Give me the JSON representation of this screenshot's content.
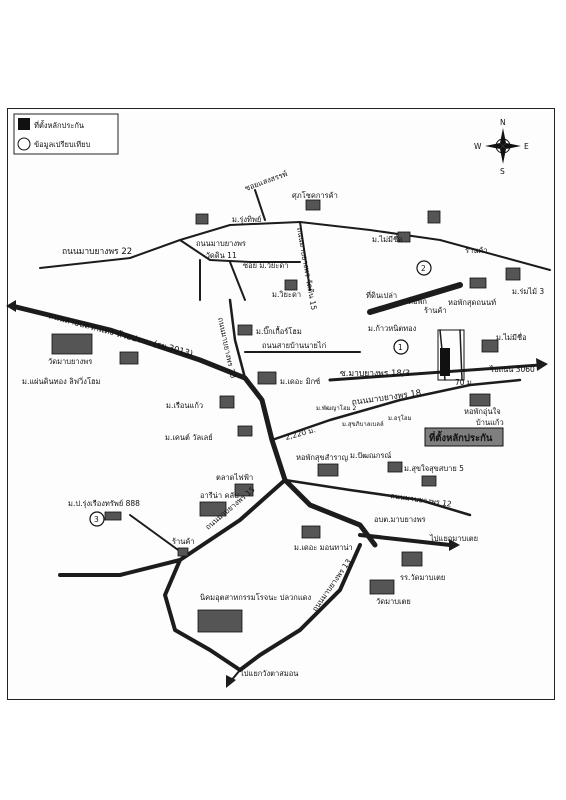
{
  "legend": {
    "collateral_label": "ที่ตั้งหลักประกัน",
    "comparable_label": "ข้อมูลเปรียบเทียบ"
  },
  "compass": {
    "n": "N",
    "s": "S",
    "e": "E",
    "w": "W"
  },
  "roads": {
    "soi_saeng_san": "ซอยแสงสรรพ์",
    "mabyang_22": "ถนนมาบยางพร 22",
    "mabyang_main": "ถนนมาบยางพร",
    "wat_din_11": "-วัดดิน 11",
    "soi_wiyada": "ซอย ม.วิยะดา",
    "mabyang_wat_din_15": "ถนนมาบยางพร-วัดดิน 15",
    "rayong_highway": "ถนนสายปลวกแดง-ห้วยปราบ (รย.3013)",
    "mabyang_20": "ถนนมาบยางพร 20",
    "ban_nai_kai": "ถนนสายบ้านนายไก่",
    "soi_18_3": "ซ.มาบยางพร 18/3",
    "mabyang_18": "ถนนมาบยางพร 18",
    "mabyang_12": "ถนนมาบยางพร 12",
    "mabyang_15": "ถนนมาบยางพร 15",
    "mabyang_13": "ถนนมาบยางพร 13",
    "to_bypass_3060": "ไปถนน 3060",
    "to_mabtoei": "ไปแยกมาบเตย",
    "to_wang_tasamon": "ไปแยกวังตาสมอน"
  },
  "distances": {
    "d70": "70 ม.",
    "d2220": "2,220 ม."
  },
  "places": {
    "supachoke": "ศุภโชคการค้า",
    "rungthip": "ม.รุ่งทิพย์",
    "mai_mee_chue_top": "ม.ไม่มีชื่อ",
    "shop_top": "ร้านค้า",
    "khun_dee": "ที่ดินเปล่า",
    "dorm_1": "หอพัก",
    "shop_mid": "ร้านค้า",
    "dorm_sudtanon": "หอพักสุดถนนท์",
    "rom_mai_3": "ม.ร่มไม้ 3",
    "wiyada": "ม.วิยะดา",
    "big_glory": "ม.บิ๊กเกื้อร์โฮม",
    "kao_nitthong": "ม.ก้าวหนิตทอง",
    "mai_mee_chue_mid": "ม.ไม่มีชื่อ",
    "wat_mabyang": "วัดมาบยางพร",
    "the_mix": "ม.เดอะ มิกซ์",
    "saen_din_thong": "ม.แผ่นดินทอง ลิฟวิ่งโฮม",
    "ruean_kaew": "ม.เรือนแก้ว",
    "kent_ville": "ม.เคนต์ วัลเลย์",
    "pattaya_2": "ม.พัฒญาโฮม 2",
    "sukkhaphiban": "ม.สุขภิบาลเบลล์",
    "m_arun": "ม.อรุโฮม",
    "dorm_lux": "หอพักอุ่นใจ",
    "ban_kaew": "บ้านแก้ว",
    "collateral_site": "ที่ตั้งหลักประกัน",
    "dorm_sukhumran": "หอพักสุขสำราญ",
    "pattanakorn": "ม.ปัฒณกรณ์",
    "sukjai_5": "ม.สุขใจสุขสบาย 5",
    "night_market": "ตลาดไฟฟ้า",
    "arena_club": "อารีน่า คลับ",
    "rungruang_888": "ม.ป.รุ่งเรืองทรัพย์ 888",
    "shop_low": "ร้านค้า",
    "the_monthana": "ม.เดอะ มอนทาน่า",
    "obt": "อบต.มาบยางพร",
    "school": "รร.วัดมาบเตย",
    "wat_mabtoei": "วัดมาบเตย",
    "industrial": "นิคมอุตสาหกรรมโรจนะ ปลวกแดง"
  },
  "markers": {
    "m1": "1",
    "m2": "2",
    "m3": "3"
  },
  "colors": {
    "road": "#1c1c1c",
    "collateral": "#7f7f7f",
    "building": "#555555"
  }
}
